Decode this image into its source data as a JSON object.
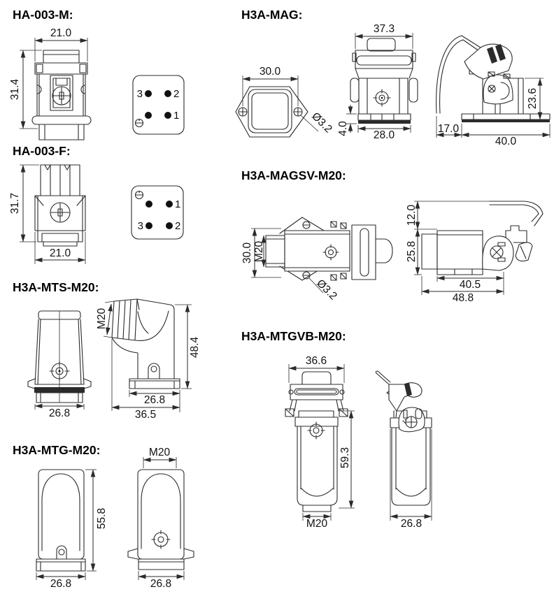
{
  "page": {
    "background": "#ffffff",
    "line_color": "#2b2b2b",
    "text_color": "#111111"
  },
  "sections": {
    "ha003m": {
      "title": "HA-003-M:",
      "dim_width": "21.0",
      "dim_height": "31.4",
      "pin_top_left": "3",
      "pin_top_right": "2",
      "pin_bottom_right": "1"
    },
    "ha003f": {
      "title": "HA-003-F:",
      "dim_height": "31.7",
      "dim_width": "21.0",
      "pin_top_right": "1",
      "pin_bottom_left": "3",
      "pin_bottom_right": "2"
    },
    "mts": {
      "title": "H3A-MTS-M20:",
      "dim_front_width": "26.8",
      "dim_thread": "M20",
      "dim_height": "48.4",
      "dim_flange_width": "26.8",
      "dim_total_depth": "36.5"
    },
    "mtg": {
      "title": "H3A-MTG-M20:",
      "dim_height": "55.8",
      "dim_front_width": "26.8",
      "dim_thread": "M20",
      "dim_side_width": "26.8"
    },
    "mag": {
      "title": "H3A-MAG:",
      "dim_flange_width": "30.0",
      "dim_hole": "Ø3.2",
      "dim_top_width": "37.3",
      "dim_gasket": "4.0",
      "dim_body_width": "28.0",
      "dim_side_height": "23.6",
      "dim_side_offset": "17.0",
      "dim_base_width": "40.0"
    },
    "magsv": {
      "title": "H3A-MAGSV-M20:",
      "dim_flange_width": "30.0",
      "dim_thread": "M20",
      "dim_hole": "Ø3.2",
      "dim_lever_rise": "12.0",
      "dim_body_height": "25.8",
      "dim_body_length": "40.5",
      "dim_total_length": "48.8"
    },
    "mtgvb": {
      "title": "H3A-MTGVB-M20:",
      "dim_top_width": "36.6",
      "dim_height": "59.3",
      "dim_thread": "M20",
      "dim_side_width": "26.8"
    }
  }
}
